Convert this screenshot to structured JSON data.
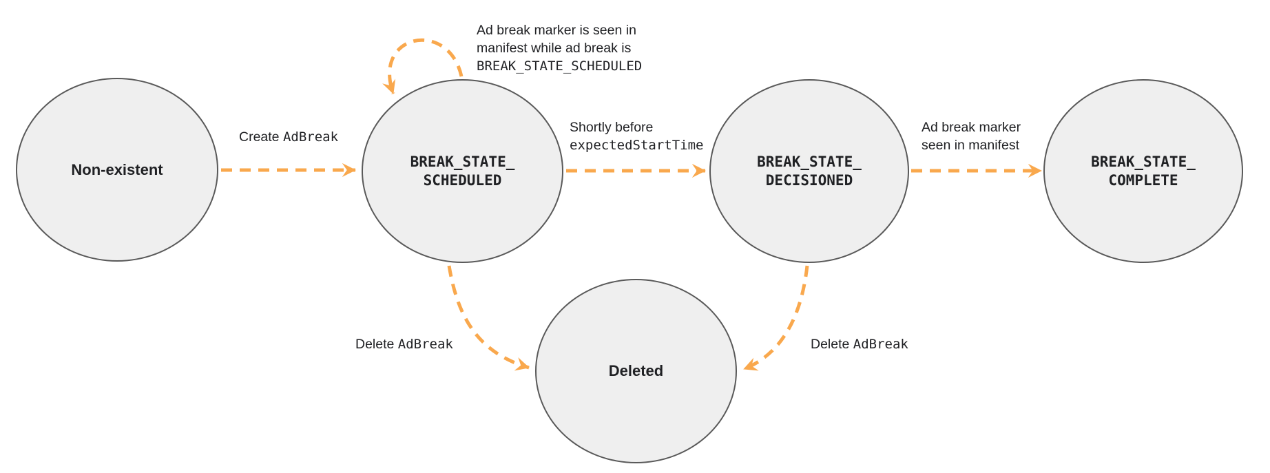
{
  "diagram": {
    "colors": {
      "arrow": "#F9A84D",
      "node_fill": "#EFEFEF",
      "node_border": "#595959",
      "text": "#202124"
    },
    "nodes": {
      "nonexistent": {
        "label": "Non-existent"
      },
      "scheduled": {
        "line1": "BREAK_STATE_",
        "line2": "SCHEDULED"
      },
      "decisioned": {
        "line1": "BREAK_STATE_",
        "line2": "DECISIONED"
      },
      "complete": {
        "line1": "BREAK_STATE_",
        "line2": "COMPLETE"
      },
      "deleted": {
        "label": "Deleted"
      }
    },
    "edges": {
      "create": {
        "sans": "Create ",
        "mono": "AdBreak"
      },
      "self_loop": {
        "line1": "Ad break marker is seen in",
        "line2": "manifest while ad break is",
        "line3": "BREAK_STATE_SCHEDULED"
      },
      "decision": {
        "line1": "Shortly before",
        "line2": "expectedStartTime"
      },
      "complete": {
        "line1": "Ad break marker",
        "line2": "seen in manifest"
      },
      "delete_left": {
        "sans": "Delete ",
        "mono": "AdBreak"
      },
      "delete_right": {
        "sans": "Delete ",
        "mono": "AdBreak"
      }
    }
  }
}
